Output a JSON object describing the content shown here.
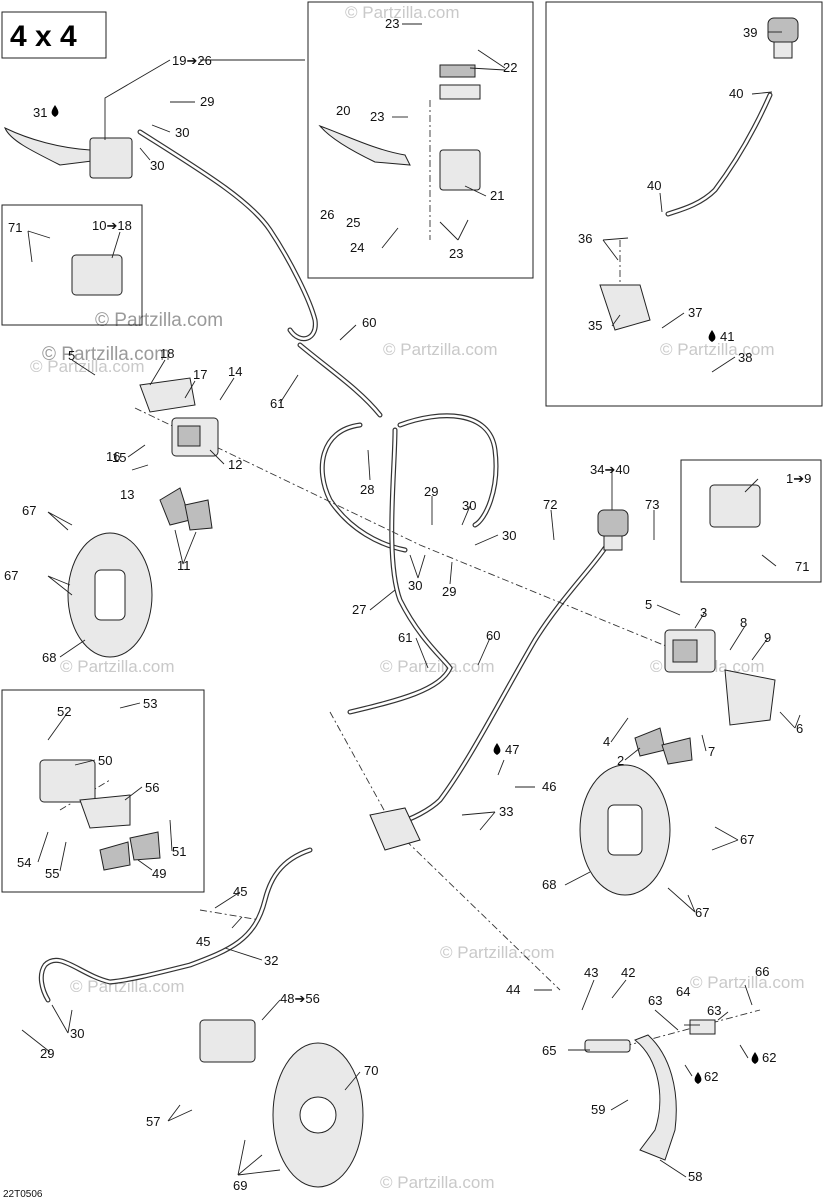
{
  "page": {
    "title": "4 x 4",
    "diagram_code": "22T0506",
    "watermark": "© Partzilla.com"
  },
  "callouts": [
    {
      "id": "c-19-26",
      "text": "19➔26"
    },
    {
      "id": "c-31",
      "text": "31"
    },
    {
      "id": "c-29a",
      "text": "29"
    },
    {
      "id": "c-30a",
      "text": "30"
    },
    {
      "id": "c-30b",
      "text": "30"
    },
    {
      "id": "c-23a",
      "text": "23"
    },
    {
      "id": "c-22",
      "text": "22"
    },
    {
      "id": "c-20",
      "text": "20"
    },
    {
      "id": "c-23b",
      "text": "23"
    },
    {
      "id": "c-21",
      "text": "21"
    },
    {
      "id": "c-26",
      "text": "26"
    },
    {
      "id": "c-25",
      "text": "25"
    },
    {
      "id": "c-24",
      "text": "24"
    },
    {
      "id": "c-23c",
      "text": "23"
    },
    {
      "id": "c-39",
      "text": "39"
    },
    {
      "id": "c-40a",
      "text": "40"
    },
    {
      "id": "c-40b",
      "text": "40"
    },
    {
      "id": "c-36",
      "text": "36"
    },
    {
      "id": "c-37",
      "text": "37"
    },
    {
      "id": "c-35",
      "text": "35"
    },
    {
      "id": "c-41",
      "text": "41"
    },
    {
      "id": "c-38",
      "text": "38"
    },
    {
      "id": "c-71a",
      "text": "71"
    },
    {
      "id": "c-10-18",
      "text": "10➔18"
    },
    {
      "id": "c-60a",
      "text": "60"
    },
    {
      "id": "c-61a",
      "text": "61"
    },
    {
      "id": "c-5a",
      "text": "5"
    },
    {
      "id": "c-18",
      "text": "18"
    },
    {
      "id": "c-17",
      "text": "17"
    },
    {
      "id": "c-14",
      "text": "14"
    },
    {
      "id": "c-15",
      "text": "15"
    },
    {
      "id": "c-16",
      "text": "16"
    },
    {
      "id": "c-13",
      "text": "13"
    },
    {
      "id": "c-12",
      "text": "12"
    },
    {
      "id": "c-28",
      "text": "28"
    },
    {
      "id": "c-34-40",
      "text": "34➔40"
    },
    {
      "id": "c-1-9",
      "text": "1➔9"
    },
    {
      "id": "c-71b",
      "text": "71"
    },
    {
      "id": "c-67a",
      "text": "67"
    },
    {
      "id": "c-67b",
      "text": "67"
    },
    {
      "id": "c-11",
      "text": "11"
    },
    {
      "id": "c-68a",
      "text": "68"
    },
    {
      "id": "c-29b",
      "text": "29"
    },
    {
      "id": "c-30c",
      "text": "30"
    },
    {
      "id": "c-30d",
      "text": "30"
    },
    {
      "id": "c-30e",
      "text": "30"
    },
    {
      "id": "c-29c",
      "text": "29"
    },
    {
      "id": "c-27",
      "text": "27"
    },
    {
      "id": "c-72",
      "text": "72"
    },
    {
      "id": "c-73",
      "text": "73"
    },
    {
      "id": "c-5b",
      "text": "5"
    },
    {
      "id": "c-3",
      "text": "3"
    },
    {
      "id": "c-8",
      "text": "8"
    },
    {
      "id": "c-9",
      "text": "9"
    },
    {
      "id": "c-61b",
      "text": "61"
    },
    {
      "id": "c-60b",
      "text": "60"
    },
    {
      "id": "c-52",
      "text": "52"
    },
    {
      "id": "c-53",
      "text": "53"
    },
    {
      "id": "c-50",
      "text": "50"
    },
    {
      "id": "c-56",
      "text": "56"
    },
    {
      "id": "c-54",
      "text": "54"
    },
    {
      "id": "c-51",
      "text": "51"
    },
    {
      "id": "c-55",
      "text": "55"
    },
    {
      "id": "c-49",
      "text": "49"
    },
    {
      "id": "c-47",
      "text": "47"
    },
    {
      "id": "c-46",
      "text": "46"
    },
    {
      "id": "c-33",
      "text": "33"
    },
    {
      "id": "c-4",
      "text": "4"
    },
    {
      "id": "c-2",
      "text": "2"
    },
    {
      "id": "c-7",
      "text": "7"
    },
    {
      "id": "c-6",
      "text": "6"
    },
    {
      "id": "c-67c",
      "text": "67"
    },
    {
      "id": "c-67d",
      "text": "67"
    },
    {
      "id": "c-68b",
      "text": "68"
    },
    {
      "id": "c-45a",
      "text": "45"
    },
    {
      "id": "c-45b",
      "text": "45"
    },
    {
      "id": "c-32",
      "text": "32"
    },
    {
      "id": "c-30f",
      "text": "30"
    },
    {
      "id": "c-29d",
      "text": "29"
    },
    {
      "id": "c-48-56",
      "text": "48➔56"
    },
    {
      "id": "c-70",
      "text": "70"
    },
    {
      "id": "c-57",
      "text": "57"
    },
    {
      "id": "c-69",
      "text": "69"
    },
    {
      "id": "c-44",
      "text": "44"
    },
    {
      "id": "c-43",
      "text": "43"
    },
    {
      "id": "c-42",
      "text": "42"
    },
    {
      "id": "c-66",
      "text": "66"
    },
    {
      "id": "c-63a",
      "text": "63"
    },
    {
      "id": "c-64",
      "text": "64"
    },
    {
      "id": "c-63b",
      "text": "63"
    },
    {
      "id": "c-65",
      "text": "65"
    },
    {
      "id": "c-62a",
      "text": "62"
    },
    {
      "id": "c-62b",
      "text": "62"
    },
    {
      "id": "c-59",
      "text": "59"
    },
    {
      "id": "c-58",
      "text": "58"
    }
  ]
}
